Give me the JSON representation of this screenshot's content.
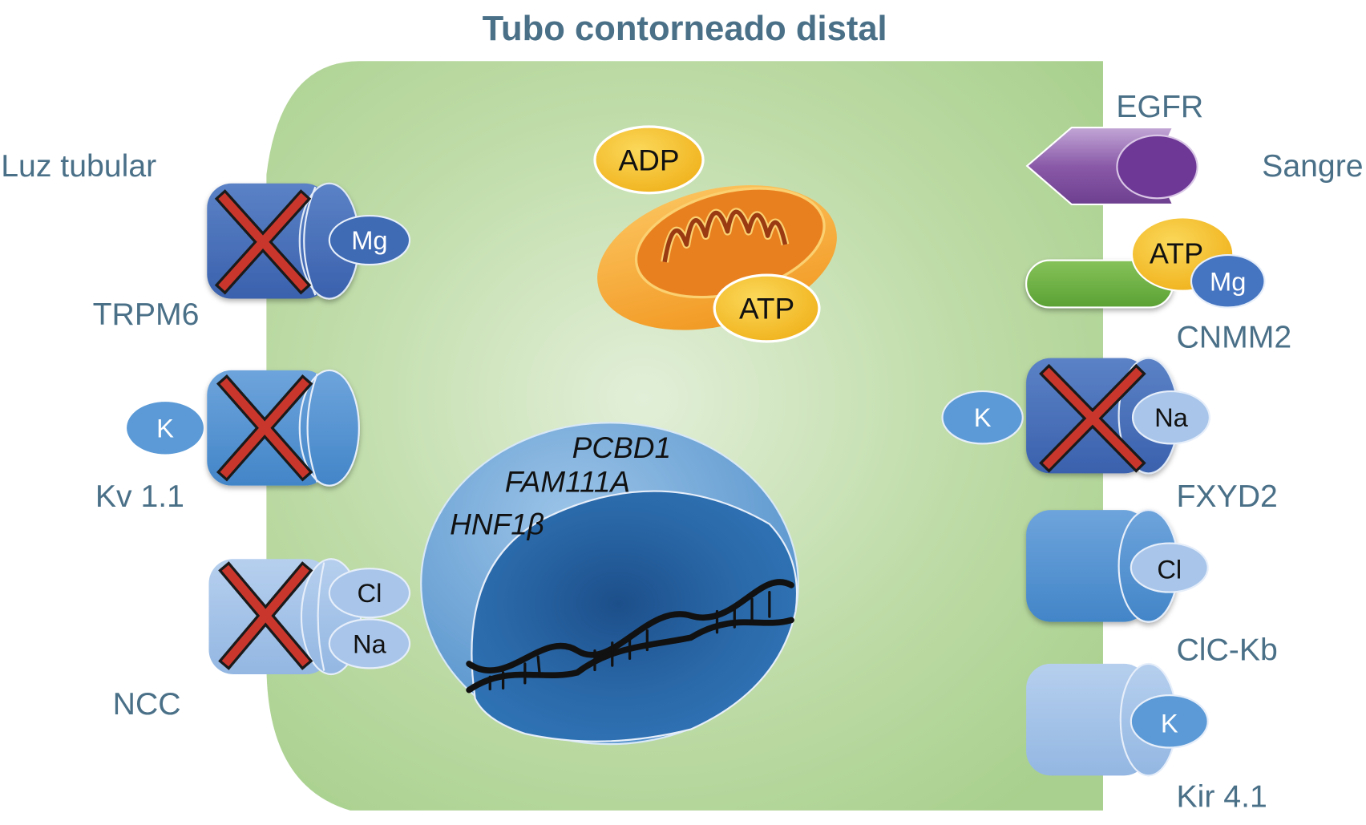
{
  "title": "Tubo contorneado distal",
  "regions": {
    "lumen": "Luz tubular",
    "blood": "Sangre"
  },
  "colors": {
    "label_text": "#4a7088",
    "cell_green": "#b4d79c",
    "blocked_x": "#c9372c",
    "channel_dark_blue": "#3f6bb5",
    "channel_mid_blue": "#4f8fcf",
    "channel_light_blue": "#9bbde6",
    "atp_yellow": "#f6c232",
    "egfr_purple": "#8a5aa8",
    "cnmm2_green": "#66ad3d"
  },
  "apical_transporters": [
    {
      "name": "TRPM6",
      "ions": [
        "Mg"
      ],
      "blocked": true
    },
    {
      "name": "Kv 1.1",
      "ions": [
        "K"
      ],
      "blocked": true
    },
    {
      "name": "NCC",
      "ions": [
        "Cl",
        "Na"
      ],
      "blocked": true
    }
  ],
  "basolateral_transporters": [
    {
      "name": "EGFR",
      "ions": [],
      "blocked": false
    },
    {
      "name": "CNMM2",
      "ions": [
        "ATP",
        "Mg"
      ],
      "blocked": false
    },
    {
      "name": "FXYD2",
      "ions": [
        "K",
        "Na"
      ],
      "blocked": true
    },
    {
      "name": "ClC-Kb",
      "ions": [
        "Cl"
      ],
      "blocked": false
    },
    {
      "name": "Kir 4.1",
      "ions": [
        "K"
      ],
      "blocked": false
    }
  ],
  "mitochondrion": {
    "input": "ADP",
    "output": "ATP"
  },
  "nucleus": {
    "genes": [
      "PCBD1",
      "FAM111A",
      "HNF1β"
    ]
  }
}
